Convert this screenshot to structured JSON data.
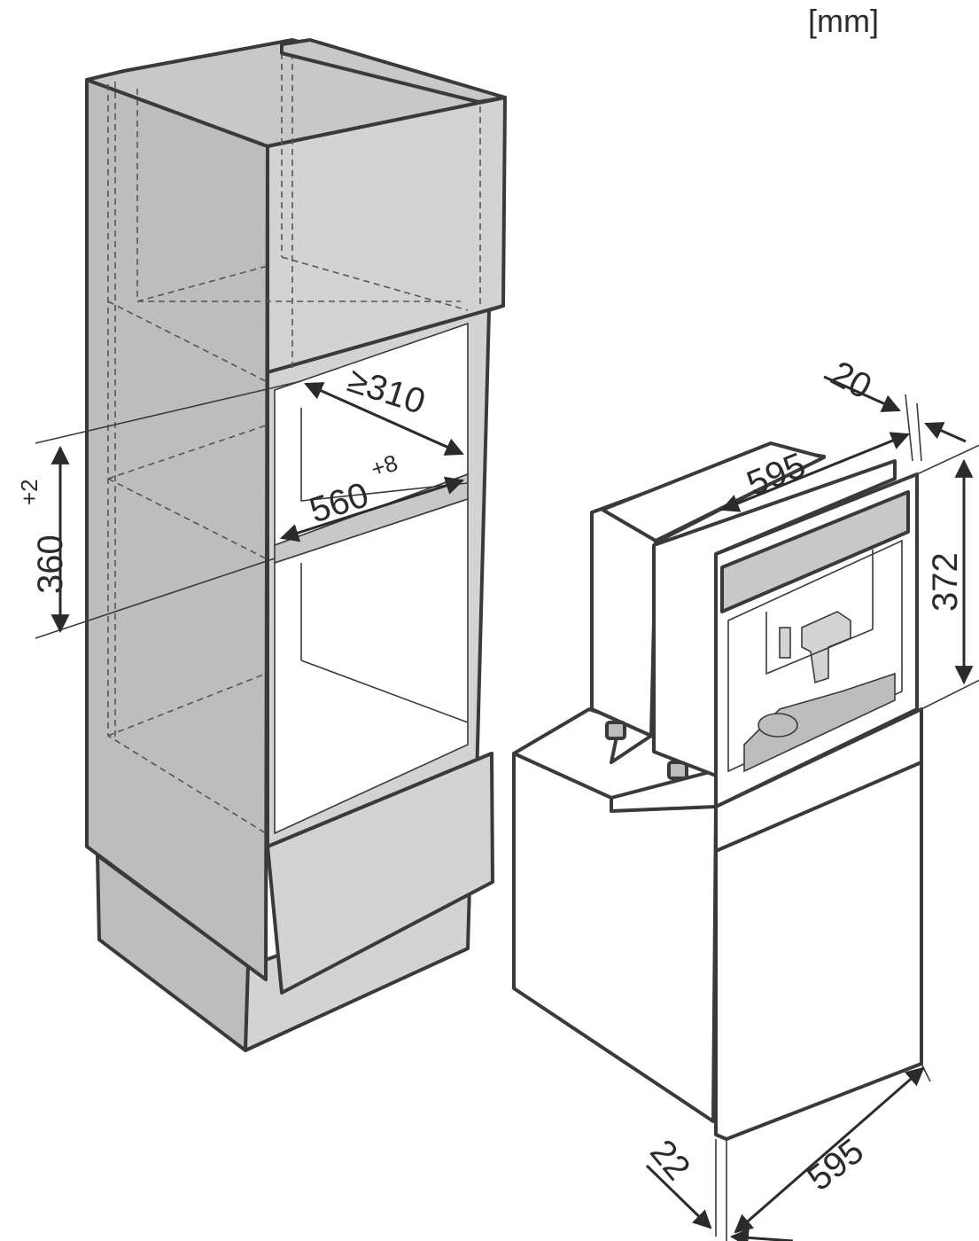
{
  "unit_label": "[mm]",
  "dimensions": {
    "niche_depth": "≥310",
    "niche_width_base": "560",
    "niche_width_tol": "+8",
    "niche_height_base": "360",
    "niche_height_tol": "+2",
    "appliance_top_offset": "20",
    "appliance_width": "595",
    "appliance_height": "372",
    "front_offset": "22",
    "lower_width": "595"
  }
}
